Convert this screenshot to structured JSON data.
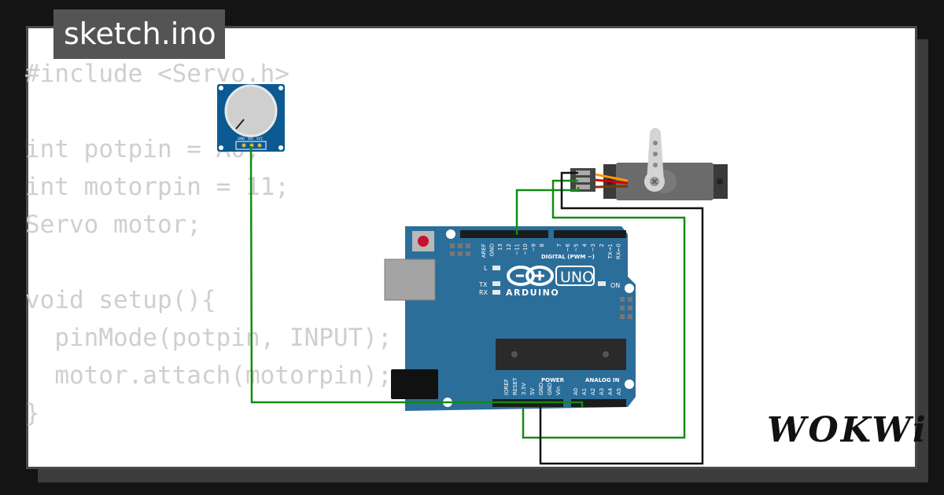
{
  "file_tab": {
    "label": "sketch.ino"
  },
  "code_lines": [
    "#include <Servo.h>",
    "",
    "int potpin = A0;",
    "int motorpin = 11;",
    "Servo motor;",
    "",
    "void setup(){",
    "  pinMode(potpin, INPUT);",
    "  motor.attach(motorpin);",
    "}"
  ],
  "potentiometer": {
    "pin_labels": [
      "GND",
      "SIG",
      "VCC"
    ]
  },
  "arduino": {
    "brand": "ARDUINO",
    "model": "UNO",
    "on_label": "ON",
    "led_labels": {
      "l": "L",
      "tx": "TX",
      "rx": "RX"
    },
    "digital_header": "DIGITAL (PWM ~)",
    "digital_pins": [
      "AREF",
      "GND",
      "13",
      "12",
      "~11",
      "~10",
      "~9",
      "8",
      "7",
      "~6",
      "~5",
      "4",
      "~3",
      "2",
      "TX→1",
      "RX←0"
    ],
    "power_header": "POWER",
    "power_pins": [
      "IOREF",
      "RESET",
      "3.3V",
      "5V",
      "GND",
      "GND",
      "Vin"
    ],
    "analog_header": "ANALOG IN",
    "analog_pins": [
      "A0",
      "A1",
      "A2",
      "A3",
      "A4",
      "A5"
    ]
  },
  "logo": {
    "text": "WOKWi"
  },
  "colors": {
    "board": "#2c6e9a",
    "wire_signal": "#128c12",
    "wire_ground": "#111111",
    "servo_body": "#6b6b6b",
    "pot_board": "#0c5a91"
  }
}
